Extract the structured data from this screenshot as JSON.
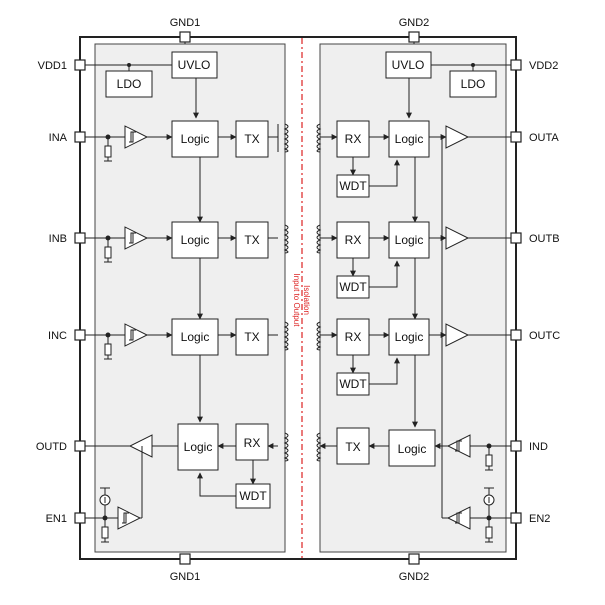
{
  "pins": {
    "gnd1_top": "GND1",
    "gnd2_top": "GND2",
    "gnd1_bottom": "GND1",
    "gnd2_bottom": "GND2",
    "vdd1": "VDD1",
    "vdd2": "VDD2",
    "ina": "INA",
    "inb": "INB",
    "inc": "INC",
    "outd": "OUTD",
    "en1": "EN1",
    "outa": "OUTA",
    "outb": "OUTB",
    "outc": "OUTC",
    "ind": "IND",
    "en2": "EN2"
  },
  "blocks": {
    "uvlo": "UVLO",
    "ldo": "LDO",
    "logic": "Logic",
    "tx": "TX",
    "rx": "RX",
    "wdt": "WDT"
  },
  "isolation": {
    "line1": "Input to Output",
    "line2": "Isolation",
    "color": "#dd2222"
  },
  "colors": {
    "die_fill": "#efefef",
    "stroke": "#222222"
  }
}
